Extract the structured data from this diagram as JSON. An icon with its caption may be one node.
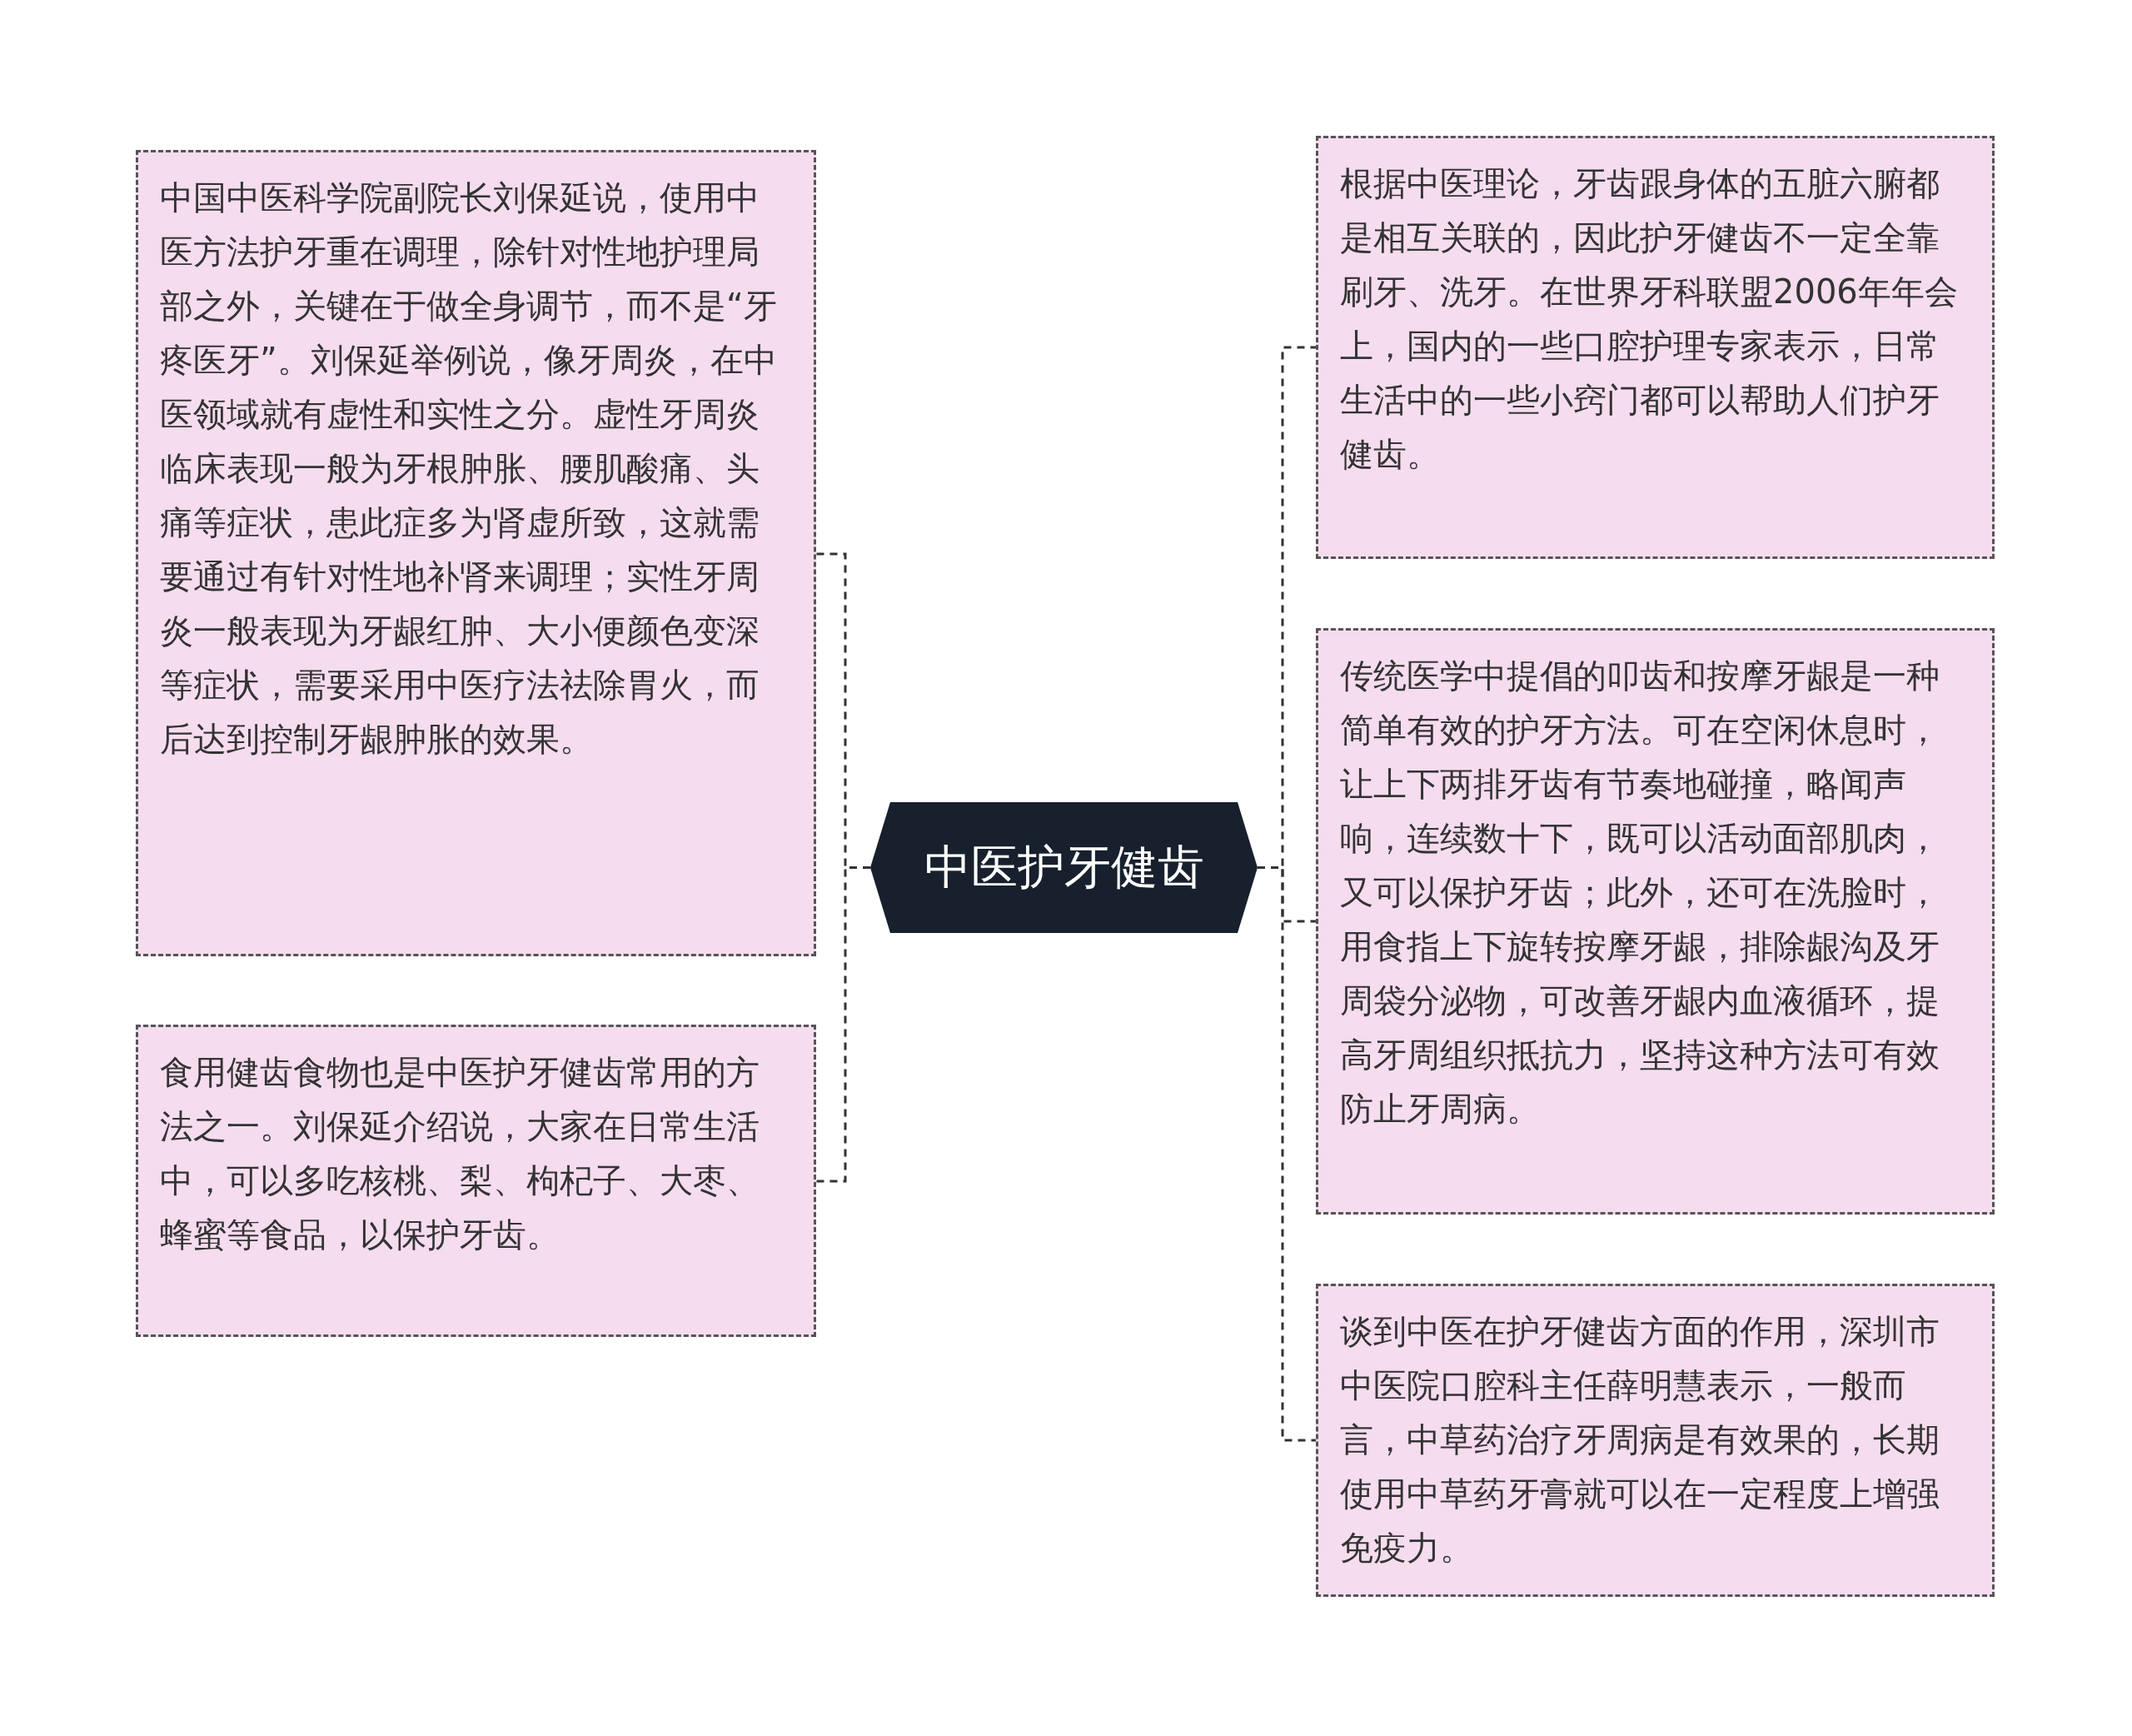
{
  "diagram": {
    "nodes": [
      {
        "text": [
          "中医护牙健齿"
        ]
      },
      {
        "text": [
          "中国中医科学院副院长刘保延说，使用中医方法护牙重在调理，除针对性地护理局部之外，关键在于做全身调节，而不是“牙疼医牙”。刘保延举例说，像牙周炎，在中医领域就有虚性和实性之分。虚性牙周炎临床表现一般为牙根肿胀、腰肌酸痛、头痛等症状，患此症多为肾虚所致，这就需要通过有针对性地补肾来调理；实性牙周炎一般表现为牙龈红肿、大小便颜色变深等症状，需要采用中医疗法祛除胃火，而后达到控制牙龈肿胀的效果。"
        ]
      },
      {
        "text": [
          "食用健齿食物也是中医护牙健齿常用的方法之一。刘保延介绍说，大家在日常生活中，可以多吃核桃、梨、枸杞子、大枣、蜂蜜等食品，以保护牙齿。"
        ]
      },
      {
        "text": [
          "根据中医理论，牙齿跟身体的五脏六腑都是相互关联的，因此护牙健齿不一定全靠刷牙、洗牙。在世界牙科联盟2006年年会上，国内的一些口腔护理专家表示，日常生活中的一些小窍门都可以帮助人们护牙健齿。"
        ]
      },
      {
        "text": [
          "传统医学中提倡的叩齿和按摩牙龈是一种简单有效的护牙方法。可在空闲休息时，让上下两排牙齿有节奏地碰撞，略闻声响，连续数十下，既可以活动面部肌肉，又可以保护牙齿；此外，还可在洗脸时，用食指上下旋转按摩牙龈，排除龈沟及牙周袋分泌物，可改善牙龈内血液循环，提高牙周组织抵抗力，坚持这种方法可有效防止牙周病。"
        ]
      },
      {
        "text": [
          "谈到中医在护牙健齿方面的作用，深圳市中医院口腔科主任薛明慧表示，一般而言，中草药治疗牙周病是有效果的，长期使用中草药牙膏就可以在一定程度上增强免疫力。"
        ]
      }
    ],
    "edges": [
      {
        "from": 0,
        "to": 1,
        "arrow": "none",
        "style": "dashed"
      },
      {
        "from": 0,
        "to": 2,
        "arrow": "none",
        "style": "dashed"
      },
      {
        "from": 0,
        "to": 3,
        "arrow": "none",
        "style": "dashed"
      },
      {
        "from": 0,
        "to": 4,
        "arrow": "none",
        "style": "dashed"
      },
      {
        "from": 0,
        "to": 5,
        "arrow": "none",
        "style": "dashed"
      }
    ]
  }
}
